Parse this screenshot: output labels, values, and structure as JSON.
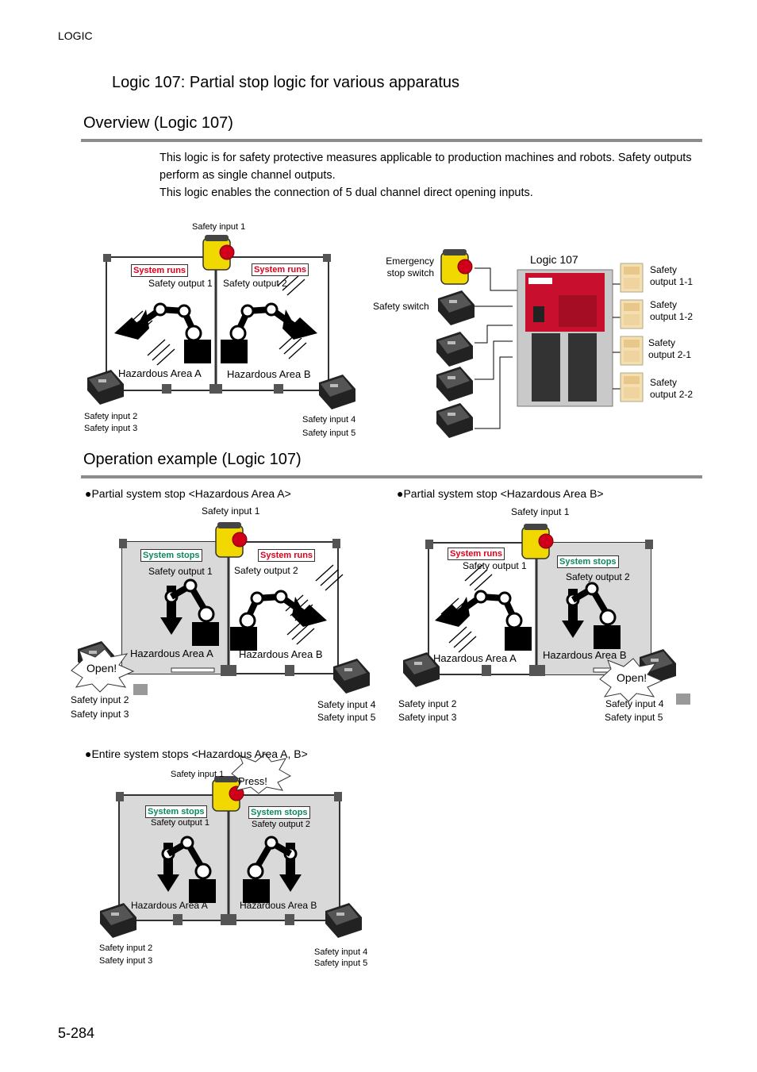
{
  "header": {
    "section": "LOGIC",
    "page_number": "5-284"
  },
  "title": "Logic 107: Partial stop logic for various apparatus",
  "overview": {
    "heading": "Overview (Logic 107)",
    "paragraph1": "This logic is for safety protective measures applicable to production machines and robots. Safety outputs perform as single channel outputs.",
    "paragraph2": "This logic enables the connection of 5 dual channel direct opening inputs."
  },
  "labels": {
    "safety_input_1": "Safety input 1",
    "safety_input_2": "Safety input 2",
    "safety_input_3": "Safety input 3",
    "safety_input_4": "Safety input 4",
    "safety_input_5": "Safety input 5",
    "safety_output_1": "Safety output 1",
    "safety_output_2": "Safety output 2",
    "system_runs": "System runs",
    "system_stops": "System stops",
    "area_a": "Hazardous Area A",
    "area_b": "Hazardous Area B",
    "open": "Open!",
    "press": "Press!"
  },
  "wiring": {
    "emergency_stop": "Emergency stop switch",
    "safety_switch": "Safety switch",
    "module": "Logic 107",
    "outputs": [
      "Safety output 1-1",
      "Safety output 1-2",
      "Safety output 2-1",
      "Safety output 2-2"
    ]
  },
  "operation": {
    "heading": "Operation example (Logic 107)",
    "case_a": "●Partial system stop <Hazardous Area A>",
    "case_b": "●Partial system stop <Hazardous Area B>",
    "case_all": "●Entire system stops <Hazardous Area A, B>"
  },
  "colors": {
    "runs": "#e0001b",
    "stops": "#0a8a5a",
    "rule": "#8c8c8c",
    "stopped_area": "#d9d9d9"
  }
}
